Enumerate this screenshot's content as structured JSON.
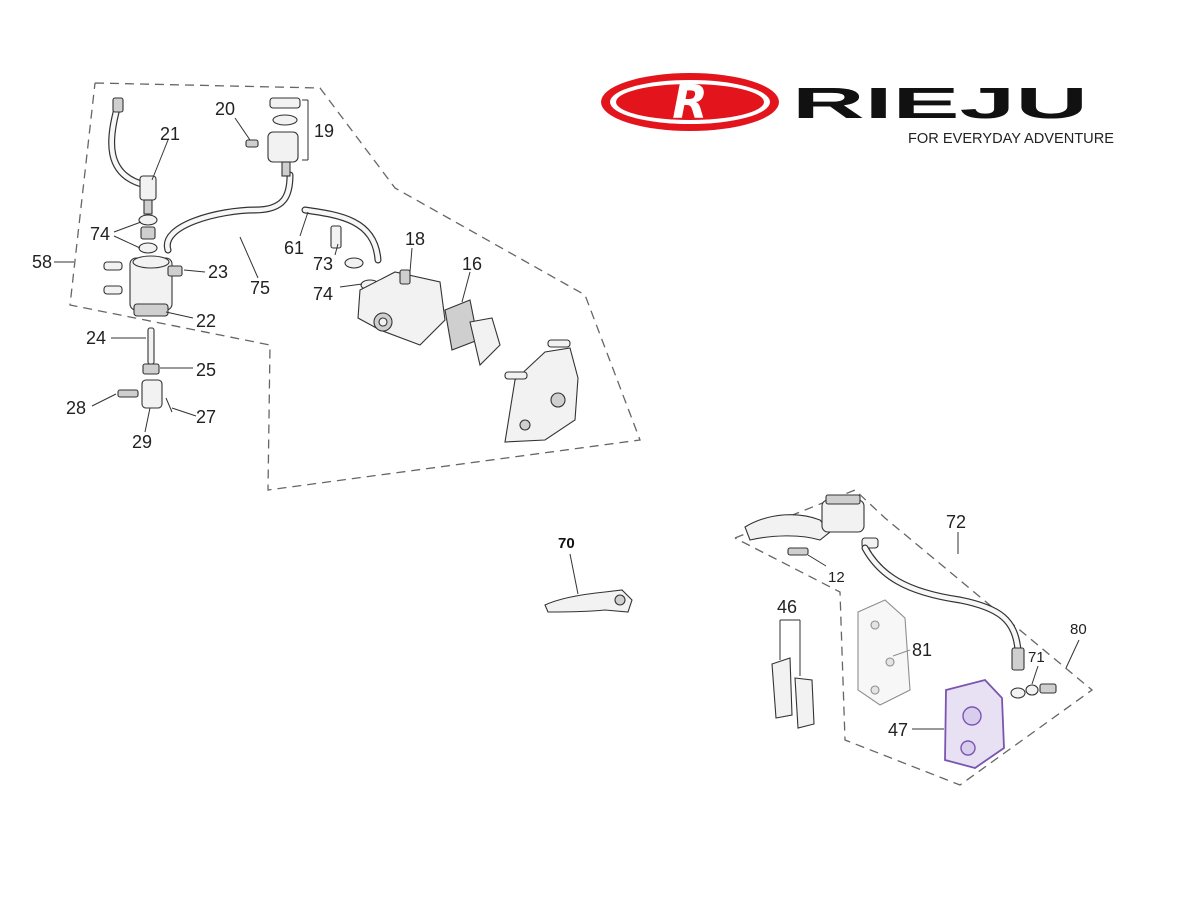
{
  "brand": {
    "logo_text": "RIEJU",
    "tagline": "FOR EVERYDAY ADVENTURE",
    "red": "#e3141b",
    "black": "#111111"
  },
  "callouts": {
    "c20": "20",
    "c21": "21",
    "c19": "19",
    "c74a": "74",
    "c58": "58",
    "c23": "23",
    "c75": "75",
    "c61": "61",
    "c73": "73",
    "c74b": "74",
    "c18": "18",
    "c16": "16",
    "c22": "22",
    "c24": "24",
    "c25": "25",
    "c28": "28",
    "c27": "27",
    "c29": "29",
    "c70": "70",
    "c72": "72",
    "c12": "12",
    "c46": "46",
    "c81": "81",
    "c80": "80",
    "c71": "71",
    "c47": "47"
  },
  "accent": {
    "caliper_purple": "#7a56b0"
  }
}
